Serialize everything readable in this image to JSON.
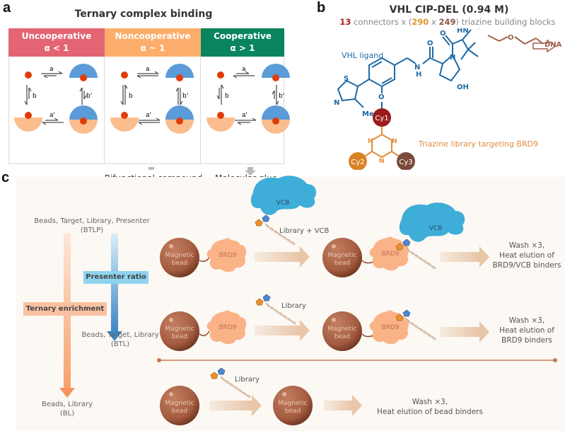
{
  "panel_a": {
    "label": "a",
    "title": "Ternary complex binding",
    "columns": [
      {
        "name": "Uncooperative",
        "alpha": "α < 1",
        "color": "#e36473"
      },
      {
        "name": "Noncooperative",
        "alpha": "α ~ 1",
        "color": "#fbae6c"
      },
      {
        "name": "Cooperative",
        "alpha": "α > 1",
        "color": "#08845e"
      }
    ],
    "equilibrium_labels": {
      "top": "a",
      "left": "b",
      "right": "b'",
      "bottom": "a'"
    },
    "outcomes": [
      "Bifunctional compound",
      "Molecular glue"
    ]
  },
  "panel_b": {
    "label": "b",
    "title": "VHL CIP-DEL (0.94 M)",
    "subtitle": {
      "n1": "13",
      "t1": " connectors x (",
      "n2": "290",
      "t2": " x ",
      "n3": "249",
      "t3": ") triazine building blocks"
    },
    "ligand_label": "VHL ligand",
    "atoms": {
      "hn": "HN",
      "o": "O",
      "n": "N",
      "nh": "N",
      "h": "H",
      "oh": "OH",
      "s": "S",
      "me": "Me",
      "dna": "DNA"
    },
    "cy": [
      "Cy1",
      "Cy2",
      "Cy3"
    ],
    "library_label": "Triazine library targeting BRD9",
    "colors": {
      "ligand": "#1f6aa5",
      "cy1": "#9b1b1b",
      "cy2": "#d98324",
      "cy3": "#7c4a3a",
      "triazine": "#e28c3b",
      "dna": "#a0614a"
    }
  },
  "panel_c": {
    "label": "c",
    "conditions": {
      "btlp": [
        "Beads, Target, Library, Presenter",
        "(BTLP)"
      ],
      "btl": [
        "Beads, Target, Library",
        "(BTL)"
      ],
      "bl": [
        "Beads, Library",
        "(BL)"
      ]
    },
    "presenter_ratio": "Presenter ratio",
    "ternary_enrichment": "Ternary enrichment",
    "bead_label": [
      "Magnetic",
      "bead"
    ],
    "target": "BRD9",
    "presenter": "VCB",
    "rows": [
      {
        "reagent": "Library + VCB",
        "result": [
          "Wash ×3,",
          "Heat elution of",
          "BRD9/VCB binders"
        ]
      },
      {
        "reagent": "Library",
        "result": [
          "Wash ×3,",
          "Heat elution of",
          "BRD9 binders"
        ]
      },
      {
        "reagent": "Library",
        "result": [
          "Wash ×3,",
          "Heat elution of bead binders"
        ]
      }
    ]
  }
}
